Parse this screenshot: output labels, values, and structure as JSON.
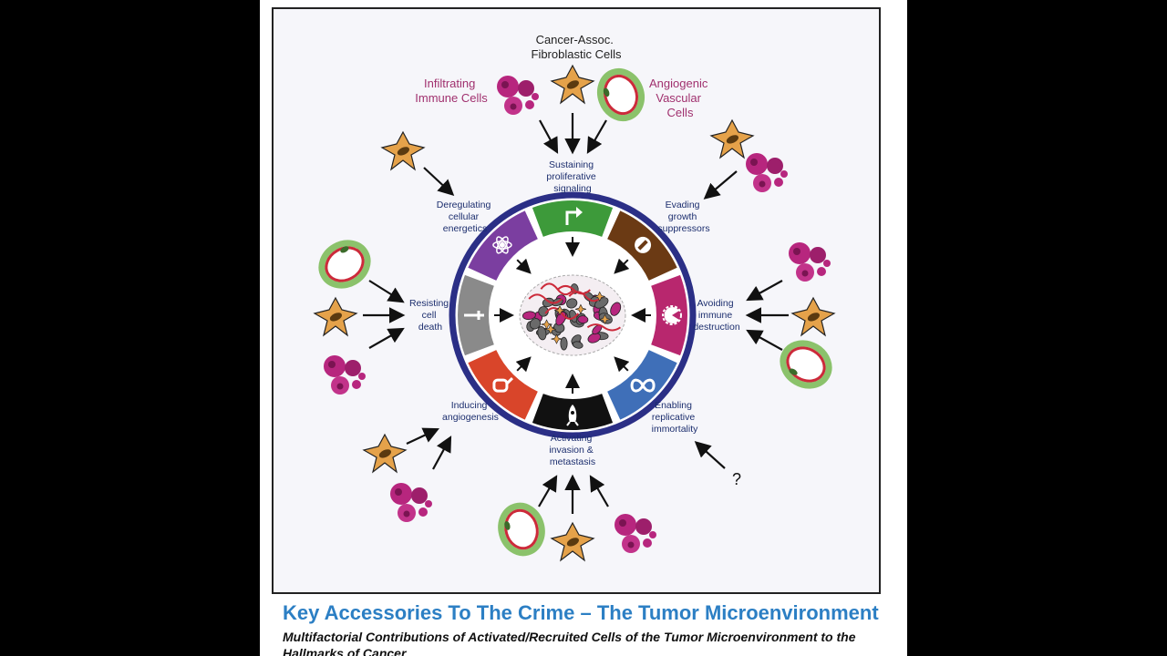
{
  "title": "Key Accessories To The Crime – The Tumor Microenvironment",
  "subtitle": "Multifactorial Contributions of  Activated/Recruited Cells of the Tumor Microenvironment to the Hallmarks of Cancer",
  "diagram": {
    "cell_labels": {
      "fibroblast": [
        "Cancer-Assoc.",
        "Fibroblastic Cells"
      ],
      "immune": [
        "Infiltrating",
        "Immune Cells"
      ],
      "vascular": [
        "Angiogenic",
        "Vascular",
        "Cells"
      ]
    },
    "hallmarks": {
      "sustaining": [
        "Sustaining",
        "proliferative",
        "signaling"
      ],
      "evading": [
        "Evading",
        "growth",
        "suppressors"
      ],
      "avoiding": [
        "Avoiding",
        "immune",
        "destruction"
      ],
      "enabling": [
        "Enabling",
        "replicative",
        "immortality"
      ],
      "activating": [
        "Activating",
        "invasion &",
        "metastasis"
      ],
      "inducing": [
        "Inducing",
        "angiogenesis"
      ],
      "resisting": [
        "Resisting",
        "cell",
        "death"
      ],
      "deregulating": [
        "Deregulating",
        "cellular",
        "energetics"
      ]
    },
    "unknown_mark": "?",
    "colors": {
      "ring_border": "#2b2f86",
      "fibroblast": "#e5a24a",
      "immune": "#b7267e",
      "vascular_outer": "#8bc26b",
      "vascular_inner": "#cc2a3a",
      "segment_green": "#3d9a3a",
      "segment_brown": "#6b3a14",
      "segment_magenta": "#b8276e",
      "segment_blue": "#3f6fb8",
      "segment_black": "#111111",
      "segment_red": "#d9452a",
      "segment_gray": "#8a8a8a",
      "segment_purple": "#7b3ea0"
    },
    "segment_icons": [
      "arrow-icon",
      "stop-icon",
      "pacman-icon",
      "infinity-icon",
      "rocket-icon",
      "vessel-icon",
      "dagger-icon",
      "atom-icon"
    ]
  }
}
